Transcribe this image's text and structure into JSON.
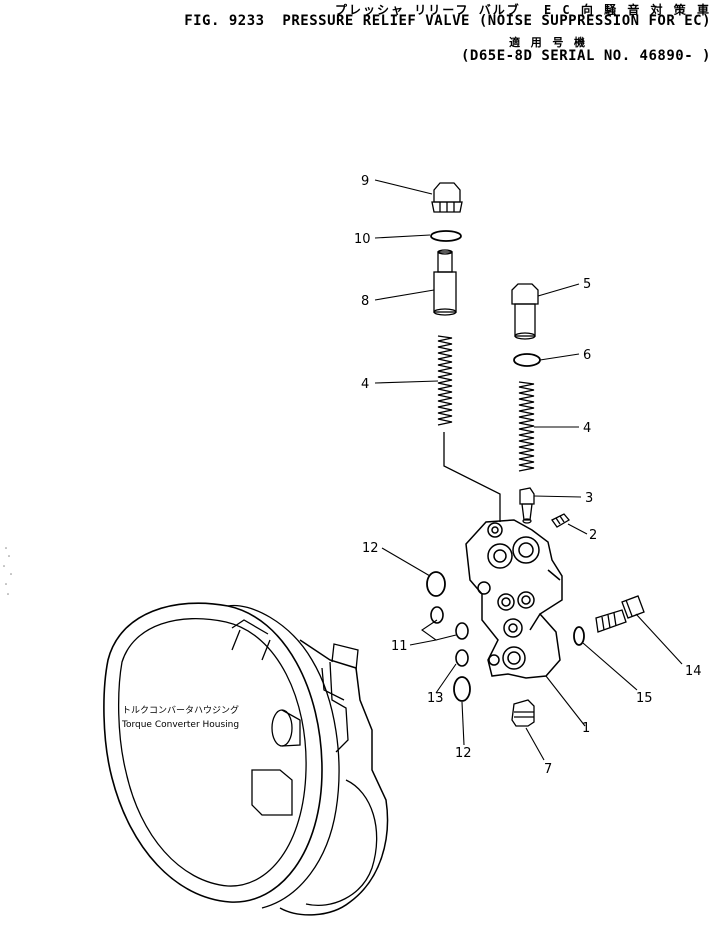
{
  "header": {
    "title_jp": "プレッシャ リリーフ バルブ　 E C 向 騒 音 対 策 車",
    "title_en": "FIG. 9233  PRESSURE RELIEF VALVE (NOISE SUPPRESSION FOR EC)",
    "applicability_jp": "適 用 号 機",
    "serial": "(D65E-8D SERIAL NO. 46890- )"
  },
  "housing": {
    "label_jp": "トルクコンバータハウジング",
    "label_en": "Torque Converter Housing"
  },
  "callouts": [
    "9",
    "10",
    "8",
    "4",
    "5",
    "6",
    "4",
    "3",
    "2",
    "12",
    "11",
    "13",
    "12",
    "14",
    "15",
    "1",
    "7"
  ]
}
